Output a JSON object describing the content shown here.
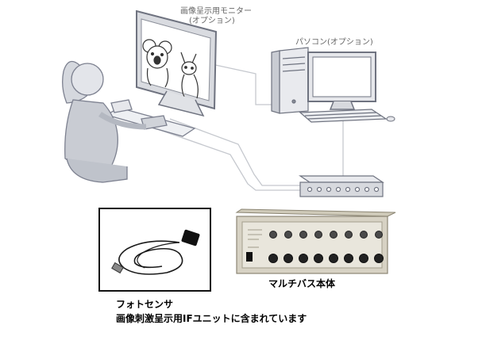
{
  "labels": {
    "monitor_line1": "画像呈示用モニター",
    "monitor_line2": "(オプション)",
    "pc": "パソコン(オプション)",
    "multibus": "マルチバス本体",
    "sensor_line1": "フォトセンサ",
    "sensor_line2": "画像刺激呈示用IFユニットに含まれています"
  },
  "colors": {
    "line_art": "#8a8e98",
    "fill_light": "#e6e7eb",
    "fill_mid": "#c9ccd3",
    "device_body": "#d7d2c4",
    "device_panel": "#e9e6dc",
    "cable_dark": "#1a1a1a"
  },
  "icons": {
    "monitor": "monitor-icon",
    "pc": "desktop-pc-icon",
    "child": "child-user-icon",
    "hub": "interface-box-icon",
    "multibus": "multibus-device-icon",
    "sensor": "photo-sensor-icon"
  }
}
